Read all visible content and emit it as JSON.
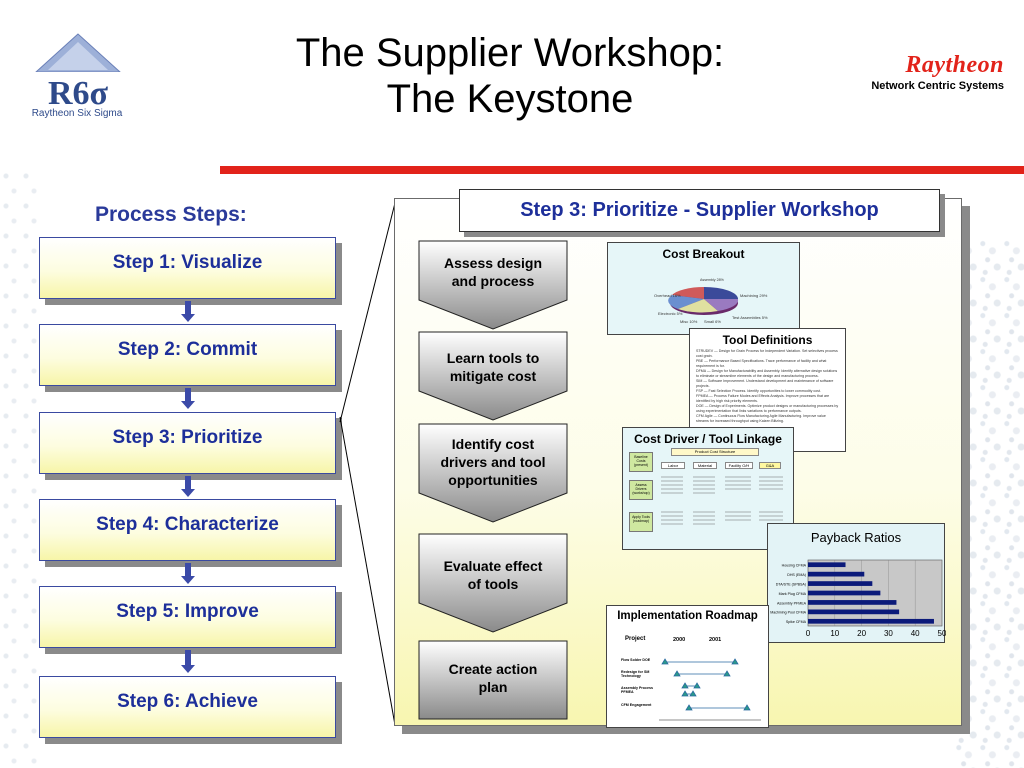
{
  "logo": {
    "mark": "R6σ",
    "caption": "Raytheon Six Sigma"
  },
  "header": {
    "title_line1": "The Supplier Workshop:",
    "title_line2": "The Keystone",
    "brand_name": "Raytheon",
    "brand_sub": "Network Centric Systems"
  },
  "process": {
    "heading": "Process Steps:",
    "steps": [
      {
        "label": "Step 1: Visualize"
      },
      {
        "label": "Step 2: Commit"
      },
      {
        "label": "Step 3: Prioritize"
      },
      {
        "label": "Step 4:  Characterize"
      },
      {
        "label": "Step 5: Improve"
      },
      {
        "label": "Step 6: Achieve"
      }
    ]
  },
  "workshop": {
    "title": "Step 3: Prioritize - Supplier Workshop",
    "chevrons": [
      {
        "line1": "Assess design",
        "line2": "and process"
      },
      {
        "line1": "Learn tools to",
        "line2": "mitigate cost"
      },
      {
        "line1": "Identify cost",
        "line2": "drivers and tool",
        "line3": "opportunities"
      },
      {
        "line1": "Evaluate effect",
        "line2": "of tools"
      },
      {
        "line1": "Create action",
        "line2": "plan"
      }
    ],
    "cost_breakout": {
      "title": "Cost Breakout",
      "labels": [
        "Assembly 28%",
        "Machining 29%",
        "Test Assemblies 5%",
        "Small 6%",
        "Misc 10%",
        "Electronic 5%",
        "Overhead 16%"
      ]
    },
    "tool_definitions": {
      "title": "Tool Definitions",
      "items": [
        "STRUDEV — Design for Grain Process for Independent Variation. Set selectives process cost grain.",
        "PBE — Performance Based Specifications. Trace performance of facility and what requirement is for.",
        "DFMA — Design for Manufacturability and Assembly. Identify alternative design solutions to eliminate or streamline elements of the design and manufacturing process.",
        "SIM — Software Improvement. Understand development and maintenance of software projects.",
        "FSP — Fast Selection Process. Identify opportunities to lower commodity cost.",
        "FPMEA — Process Failure Modes and Effects Analysis. Improve processes that are identified by high risk priority elements.",
        "DOE — Design of Experiments. Optimize product designs or manufacturing processes by using experimentation that links variations to performance outputs.",
        "CFM Agile — Continuous Flow Manufacturing Agile Manufacturing. Improve value streams for increased throughput using Kaizen Blitzing."
      ]
    },
    "cost_driver": {
      "title": "Cost Driver / Tool Linkage",
      "structure": "Product Cost Structure",
      "rows": [
        "Baseline Costs (present)",
        "Assess Drivers (workshop)",
        "Apply Tools (roadmap)"
      ],
      "columns": [
        "Labor",
        "Material",
        "Facility O/H",
        "G&A"
      ]
    },
    "payback": {
      "title": "Payback Ratios"
    },
    "roadmap": {
      "title": "Implementation Roadmap",
      "col_project": "Project",
      "col_2000": "2000",
      "col_2001": "2001",
      "rows": [
        "Flow Solder DOE",
        "Redesign for SM Technology",
        "Assembly Process PFMEA",
        "CFM Engagement"
      ]
    }
  },
  "chart_data": {
    "type": "bar",
    "title": "Payback Ratios",
    "orientation": "horizontal",
    "categories": [
      "Housing CFMA",
      "DHS (EMA)",
      "DTA/STE (SPBSA)",
      "Mark Plug CFMA",
      "Assembly PFMEA",
      "Machining Pool CFMA",
      "Spike CFMA"
    ],
    "values": [
      14,
      21,
      24,
      27,
      33,
      34,
      47
    ],
    "xlim": [
      0,
      50
    ],
    "xticks": [
      0,
      10,
      20,
      30,
      40,
      50
    ],
    "colors": {
      "bar": "#0b1a7a"
    }
  }
}
